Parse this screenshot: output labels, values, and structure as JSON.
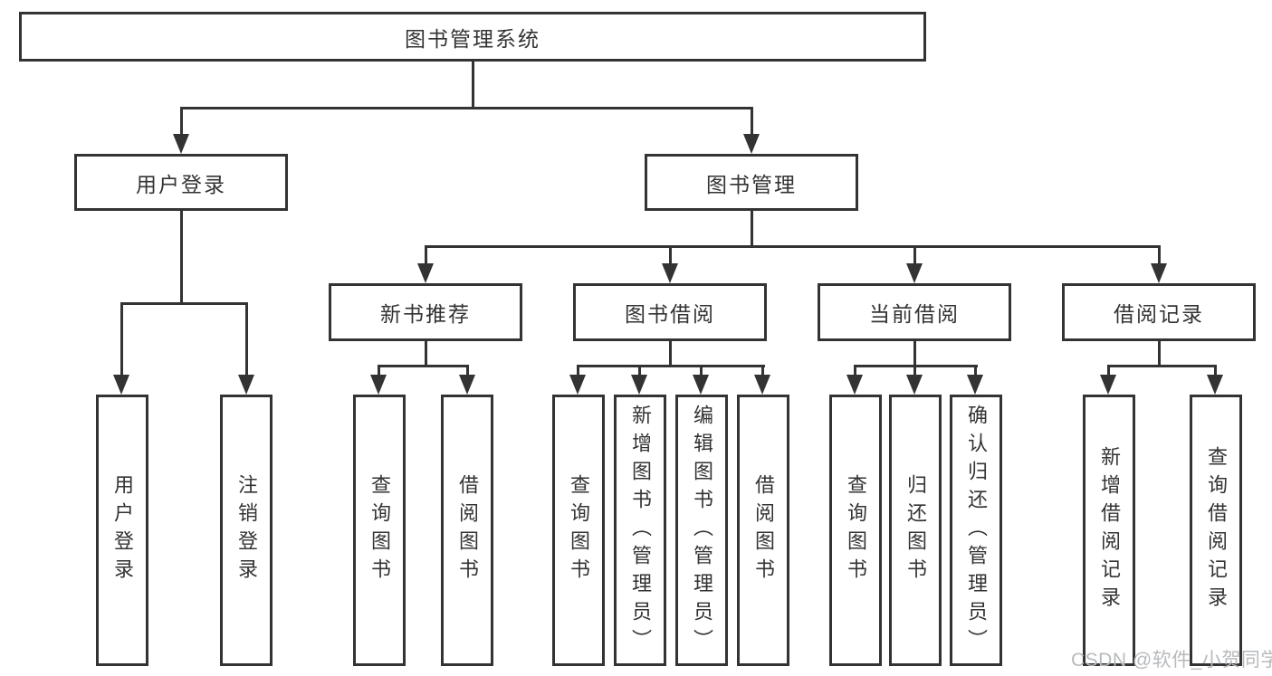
{
  "diagram_title": "图书管理系统",
  "colors": {
    "line": "#333333",
    "text": "#333333",
    "box_background": "#ffffff",
    "page_background": "#ffffff",
    "watermark": "#b7babd"
  },
  "nodes": {
    "root": {
      "label": "图书管理系统"
    },
    "level2": [
      {
        "label": "用户登录"
      },
      {
        "label": "图书管理"
      }
    ],
    "level3": [
      {
        "label": "新书推荐"
      },
      {
        "label": "图书借阅"
      },
      {
        "label": "当前借阅"
      },
      {
        "label": "借阅记录"
      }
    ],
    "leaves": [
      {
        "parent": "用户登录",
        "label": "用户登录"
      },
      {
        "parent": "用户登录",
        "label": "注销登录"
      },
      {
        "parent": "新书推荐",
        "label": "查询图书"
      },
      {
        "parent": "新书推荐",
        "label": "借阅图书"
      },
      {
        "parent": "图书借阅",
        "label": "查询图书"
      },
      {
        "parent": "图书借阅",
        "label": "新增图书（管理员）"
      },
      {
        "parent": "图书借阅",
        "label": "编辑图书（管理员）"
      },
      {
        "parent": "图书借阅",
        "label": "借阅图书"
      },
      {
        "parent": "当前借阅",
        "label": "查询图书"
      },
      {
        "parent": "当前借阅",
        "label": "归还图书"
      },
      {
        "parent": "当前借阅",
        "label": "确认归还（管理员）"
      },
      {
        "parent": "借阅记录",
        "label": "新增借阅记录"
      },
      {
        "parent": "借阅记录",
        "label": "查询借阅记录"
      }
    ]
  },
  "watermark": "CSDN @软件_小贺同学"
}
